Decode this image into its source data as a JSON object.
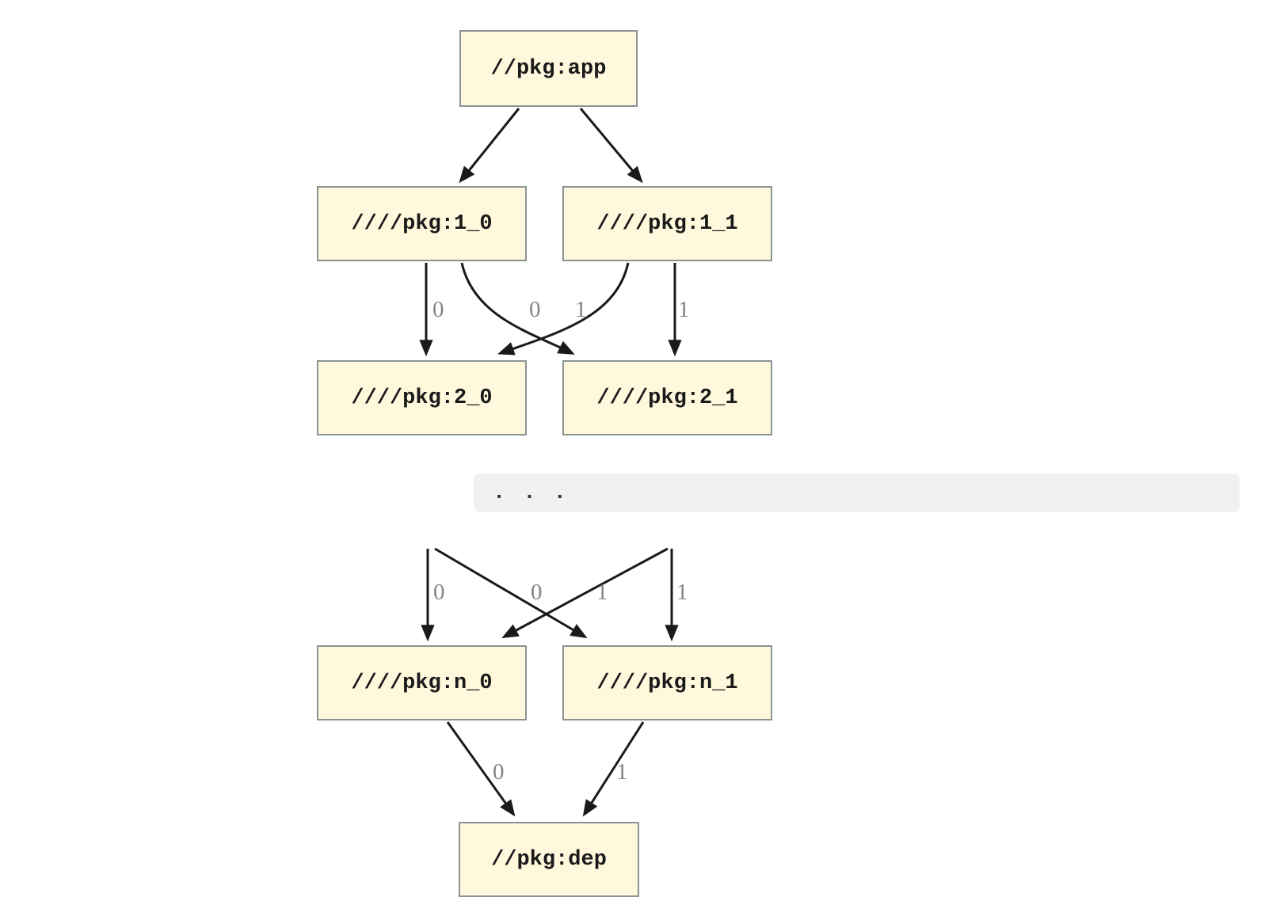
{
  "colors": {
    "node_fill": "#FFF8DC",
    "node_border": "#8A9292",
    "node_text": "#1A1A1A",
    "edge": "#1A1A1A",
    "edge_label": "#848484",
    "band_bg": "#F1F1F1"
  },
  "graph": {
    "type": "dependency-graph",
    "nodes": [
      {
        "id": "app",
        "label": "//pkg:app"
      },
      {
        "id": "1_0",
        "label": "////pkg:1_0"
      },
      {
        "id": "1_1",
        "label": "////pkg:1_1"
      },
      {
        "id": "2_0",
        "label": "////pkg:2_0"
      },
      {
        "id": "2_1",
        "label": "////pkg:2_1"
      },
      {
        "id": "n_0",
        "label": "////pkg:n_0"
      },
      {
        "id": "n_1",
        "label": "////pkg:n_1"
      },
      {
        "id": "dep",
        "label": "//pkg:dep"
      }
    ],
    "ellipsis": ". . .",
    "edges": [
      {
        "from": "app",
        "to": "1_0",
        "label": ""
      },
      {
        "from": "app",
        "to": "1_1",
        "label": ""
      },
      {
        "from": "1_0",
        "to": "2_0",
        "label": "0"
      },
      {
        "from": "1_1",
        "to": "2_0",
        "label": "0"
      },
      {
        "from": "1_0",
        "to": "2_1",
        "label": "1"
      },
      {
        "from": "1_1",
        "to": "2_1",
        "label": "1"
      },
      {
        "from": "...",
        "to": "n_0",
        "label": "0"
      },
      {
        "from": "...",
        "to": "n_0",
        "label": "0"
      },
      {
        "from": "...",
        "to": "n_1",
        "label": "1"
      },
      {
        "from": "...",
        "to": "n_1",
        "label": "1"
      },
      {
        "from": "n_0",
        "to": "dep",
        "label": "0"
      },
      {
        "from": "n_1",
        "to": "dep",
        "label": "1"
      }
    ]
  }
}
